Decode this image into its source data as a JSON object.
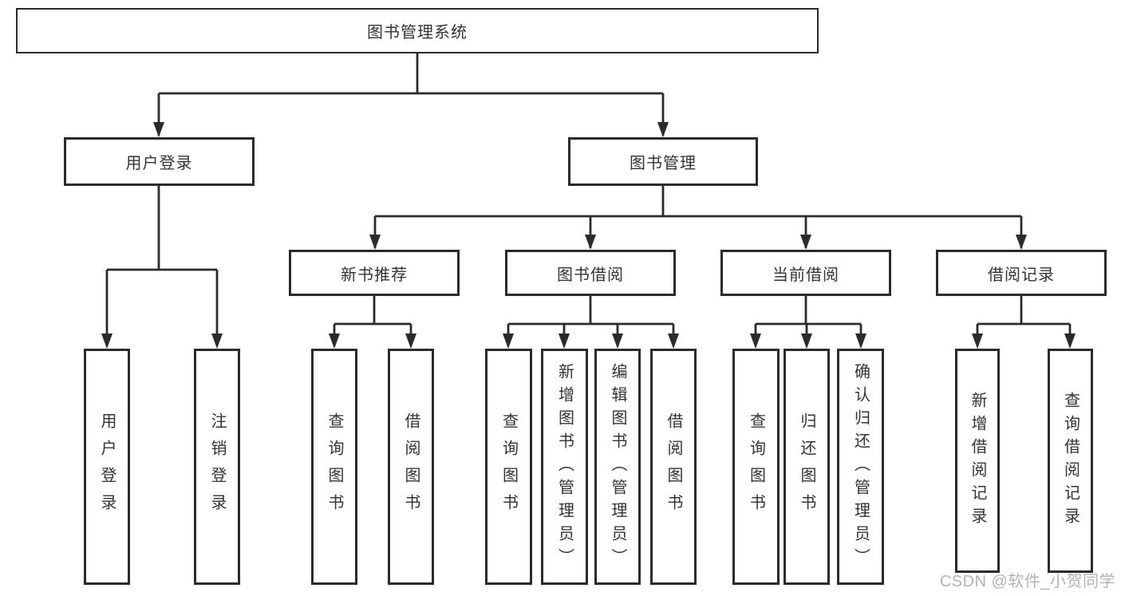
{
  "tree": {
    "root": "图书管理系统",
    "branches": [
      {
        "label": "用户登录",
        "children": [
          "用户登录",
          "注销登录"
        ]
      },
      {
        "label": "图书管理",
        "sections": [
          {
            "label": "新书推荐",
            "children": [
              "查询图书",
              "借阅图书"
            ]
          },
          {
            "label": "图书借阅",
            "children": [
              "查询图书",
              "新增图书（管理员）",
              "编辑图书（管理员）",
              "借阅图书"
            ]
          },
          {
            "label": "当前借阅",
            "children": [
              "查询图书",
              "归还图书",
              "确认归还（管理员）"
            ]
          },
          {
            "label": "借阅记录",
            "children": [
              "新增借阅记录",
              "查询借阅记录"
            ]
          }
        ]
      }
    ]
  },
  "watermark": "CSDN @软件_小贺同学",
  "colors": {
    "line": "#2b2b2b",
    "text": "#333333",
    "watermark": "#b3b3b3"
  }
}
